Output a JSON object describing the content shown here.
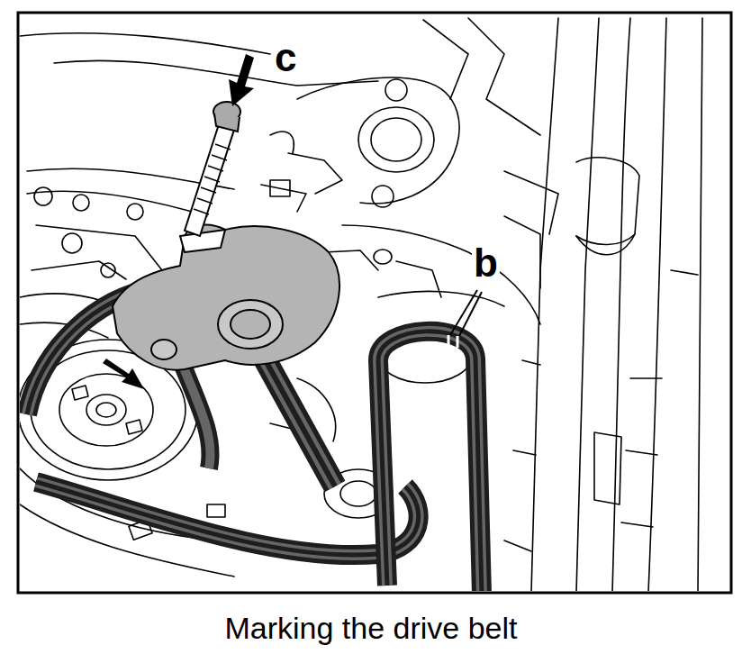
{
  "diagram": {
    "caption": "Marking the drive belt",
    "labels": [
      "c",
      "b"
    ]
  }
}
